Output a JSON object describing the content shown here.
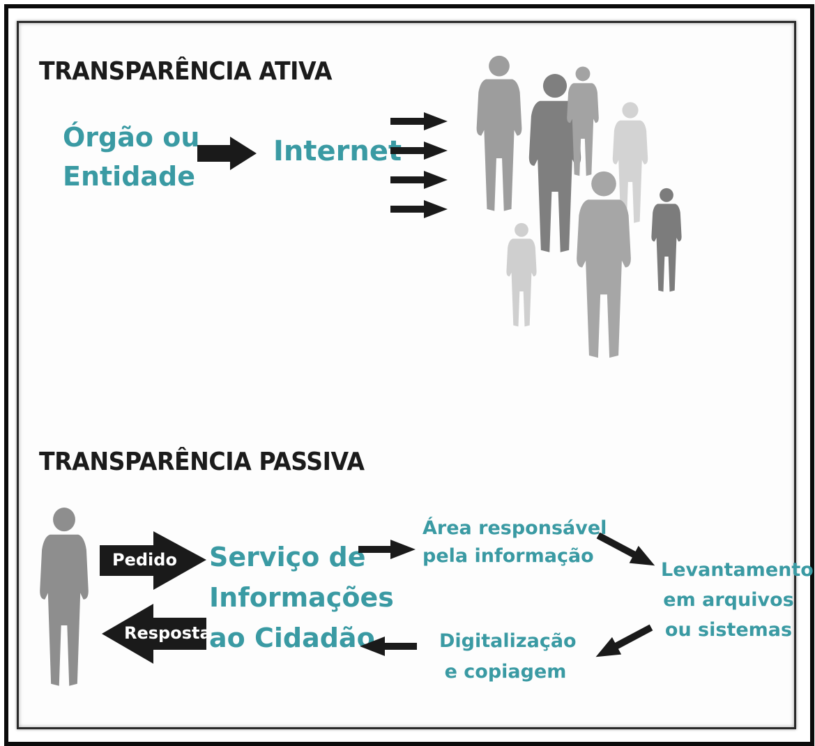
{
  "active": {
    "heading": "TRANSPARÊNCIA ATIVA",
    "source_line1": "Órgão ou",
    "source_line2": "Entidade",
    "channel": "Internet"
  },
  "passive": {
    "heading": "TRANSPARÊNCIA PASSIVA",
    "request_label": "Pedido",
    "response_label": "Resposta",
    "sic_line1": "Serviço de",
    "sic_line2": "Informações",
    "sic_line3": "ao Cidadão",
    "area_line1": "Área responsável",
    "area_line2": "pela informação",
    "survey_line1": "Levantamento",
    "survey_line2": "em arquivos",
    "survey_line3": "ou sistemas",
    "digitize_line1": "Digitalização",
    "digitize_line2": "e copiagem"
  },
  "colors": {
    "teal": "#3a9aa3",
    "arrow": "#1a1a1a",
    "heading": "#1b1b1b"
  }
}
